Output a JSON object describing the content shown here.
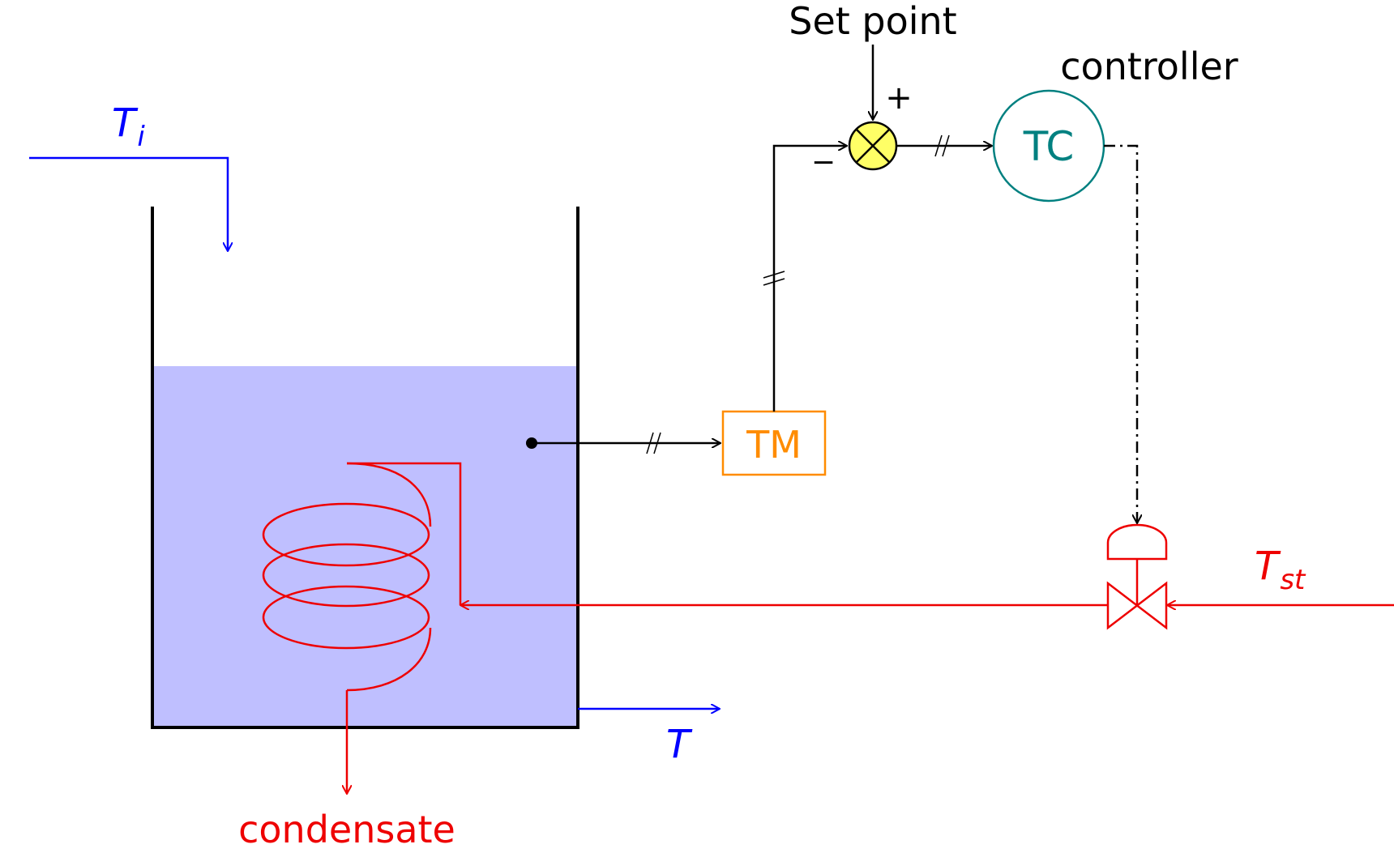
{
  "labels": {
    "inlet_temp": "T",
    "inlet_temp_sub": "i",
    "outlet_temp": "T",
    "steam_temp": "T",
    "steam_temp_sub": "st",
    "condensate": "condensate",
    "set_point": "Set point",
    "controller": "controller",
    "plus_sign": "+",
    "minus_sign": "−",
    "tm_block": "TM",
    "tc_block": "TC"
  },
  "colors": {
    "process_stream": "#0000ff",
    "steam": "#ee0000",
    "liquid_fill": "#bfbfff",
    "signal": "#000000",
    "transmitter": "#ff8c00",
    "controller": "#008080",
    "comparator_fill": "#ffff66"
  }
}
